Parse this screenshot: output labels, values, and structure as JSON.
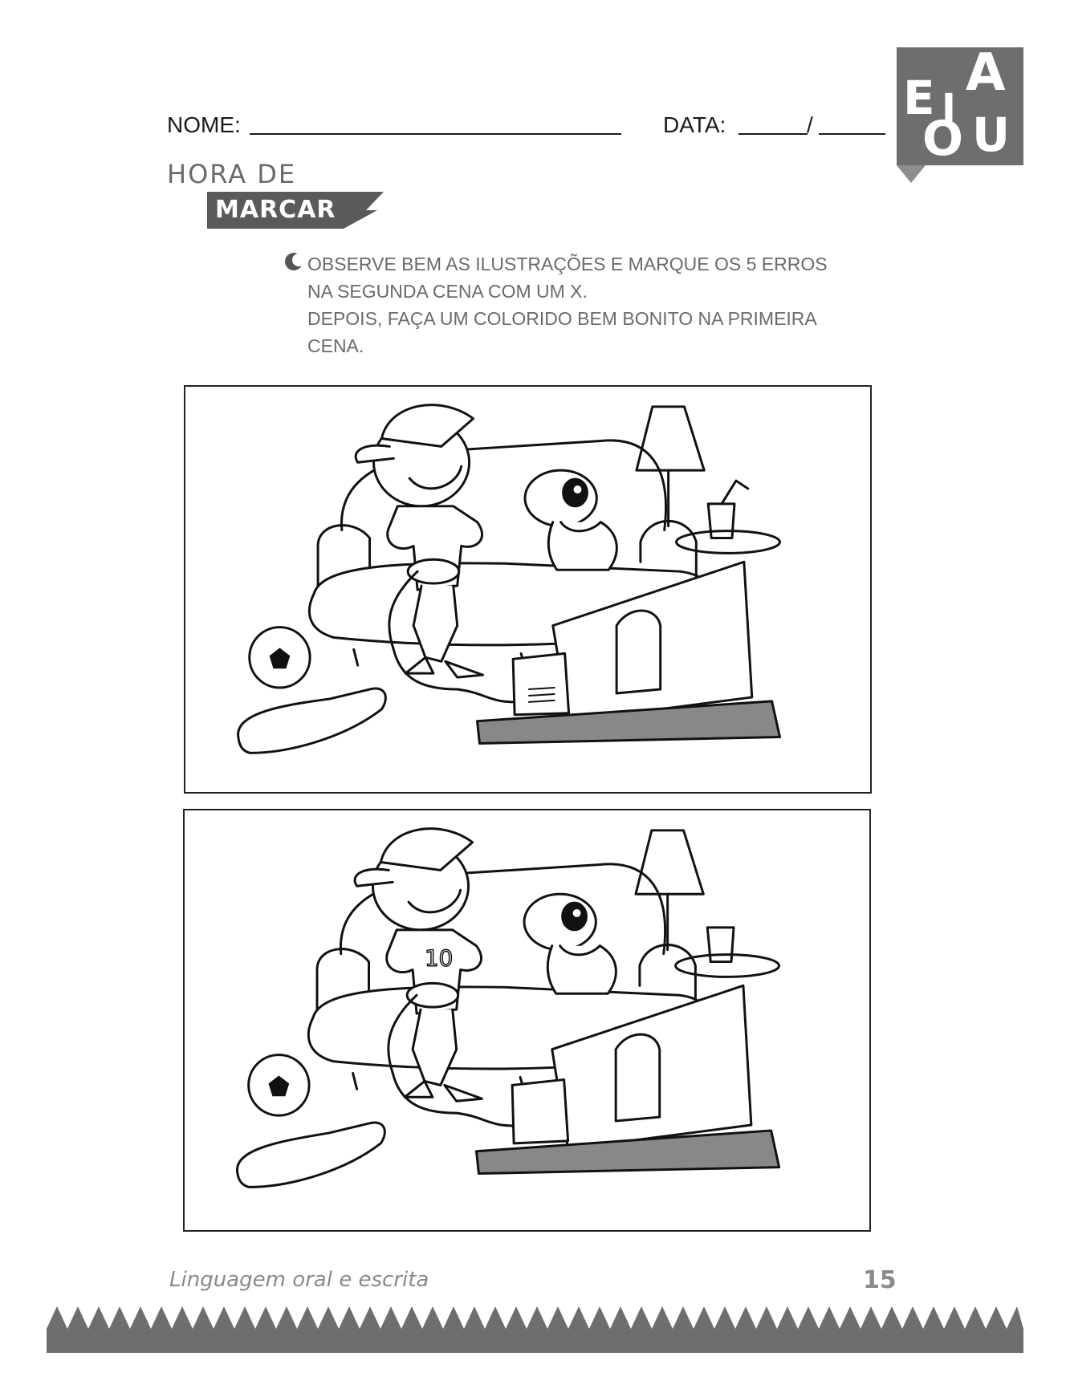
{
  "header": {
    "name_label": "NOME:",
    "date_label": "DATA:",
    "date_separator": "/"
  },
  "badge": {
    "letters": [
      "E",
      "I",
      "A",
      "O",
      "U"
    ],
    "color": "#6d6e70"
  },
  "section": {
    "line1": "HORA DE",
    "line2": "MARCAR"
  },
  "instructions": {
    "line1": "OBSERVE BEM AS ILUSTRAÇÕES E MARQUE OS 5 ERROS",
    "line2": "NA SEGUNDA CENA COM UM X.",
    "line3": "DEPOIS, FAÇA UM COLORIDO BEM BONITO NA PRIMEIRA",
    "line4": "CENA."
  },
  "scenes": {
    "scene2_shirt_number": "10"
  },
  "footer": {
    "title": "Linguagem oral e escrita",
    "page_number": "15"
  }
}
